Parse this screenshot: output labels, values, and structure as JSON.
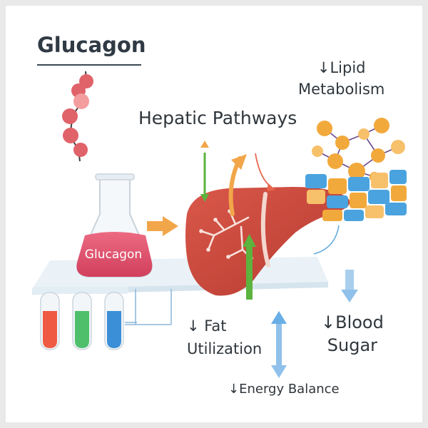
{
  "title": "Glucagon",
  "labels": {
    "hepatic_pathways": "Hepatic Pathways",
    "lipid_metabolism": "↓Lipid\nMetabolism",
    "fat_utilization": "↓ Fat\nUtilization",
    "blood_sugar": "↓Blood\nSugar",
    "energy_balance": "↓Energy Balance",
    "flask_label": "Glucagon"
  },
  "colors": {
    "liver": "#c9493b",
    "flask_liquid": "#e0506a",
    "peptide_bead": "#e0636a",
    "lipid_node": "#f2a93b",
    "tile_blue": "#4aa3df",
    "arrow_orange": "#f2a64a",
    "arrow_green": "#5cb33e",
    "arrow_blue": "#8fc1ea",
    "tube_red": "#ef5a43",
    "tube_green": "#4fbf6c",
    "tube_blue": "#3b8fd6"
  },
  "icons": [
    "peptide-chain-icon",
    "flask-icon",
    "test-tubes-icon",
    "liver-icon",
    "lipid-molecule-icon",
    "fat-cells-icon"
  ]
}
